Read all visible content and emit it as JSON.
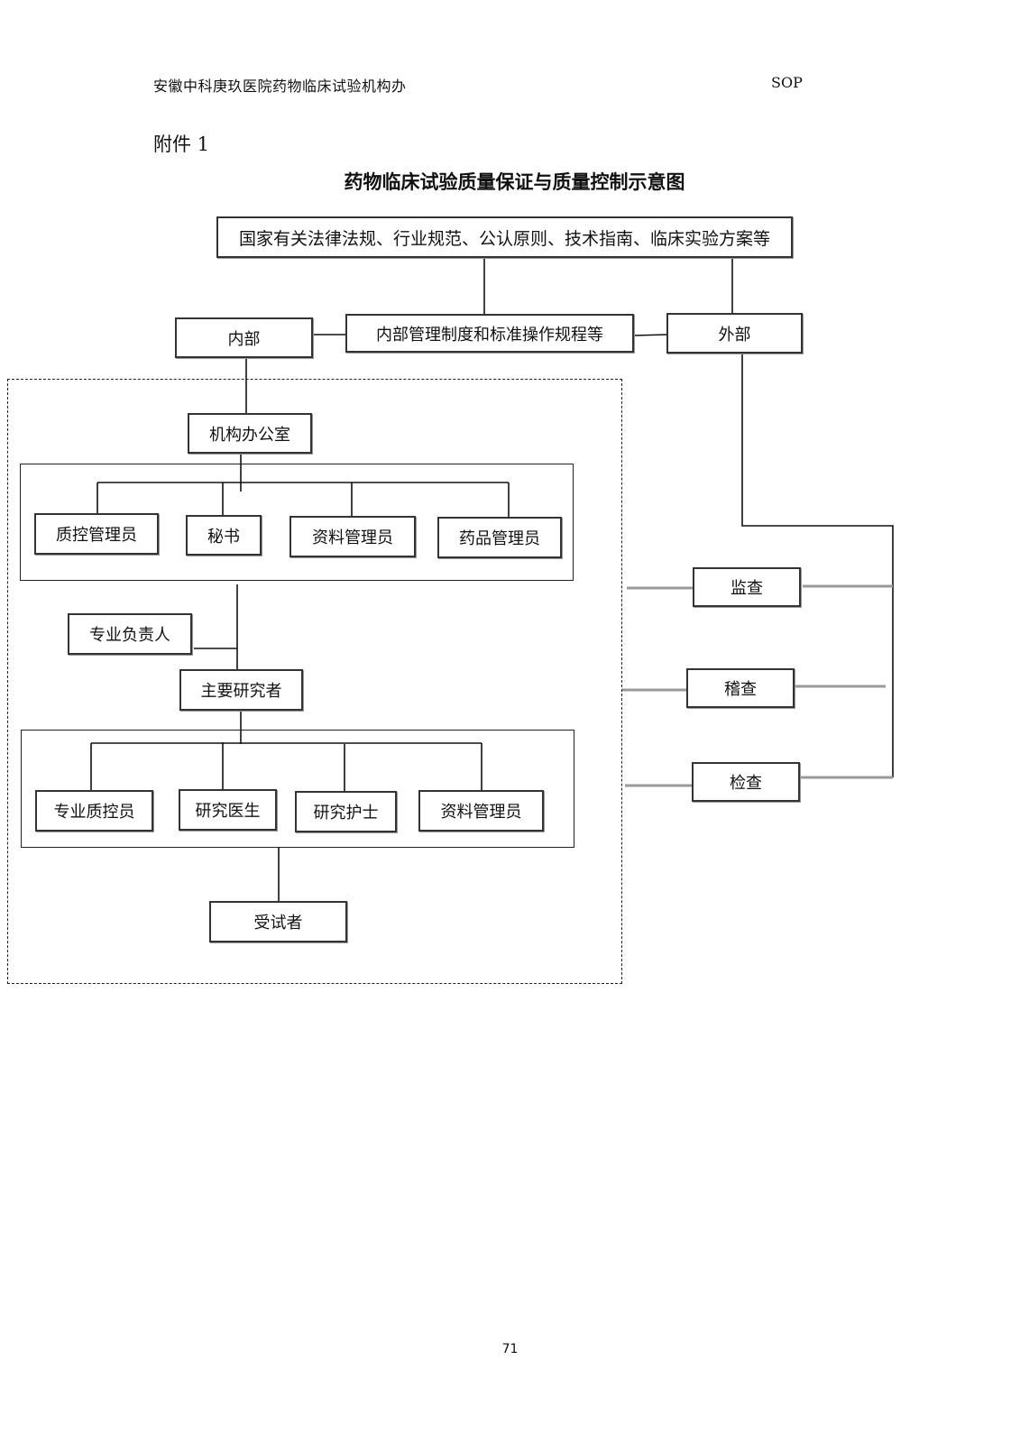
{
  "header": {
    "organization": "安徽中科庚玖医院药物临床试验机构办",
    "doc_type": "SOP"
  },
  "annex_label": "附件 1",
  "title": "药物临床试验质量保证与质量控制示意图",
  "nodes": {
    "regulations": "国家有关法律法规、行业规范、公认原则、技术指南、临床实验方案等",
    "internal": "内部",
    "internal_rules": "内部管理制度和标准操作规程等",
    "external": "外部",
    "institution_office": "机构办公室",
    "office_staff": [
      "质控管理员",
      "秘书",
      "资料管理员",
      "药品管理员"
    ],
    "specialty_head": "专业负责人",
    "principal_investigator": "主要研究者",
    "research_team": [
      "专业质控员",
      "研究医生",
      "研究护士",
      "资料管理员"
    ],
    "subjects": "受试者",
    "external_checks": [
      "监查",
      "稽查",
      "检查"
    ]
  },
  "page_number": "71"
}
